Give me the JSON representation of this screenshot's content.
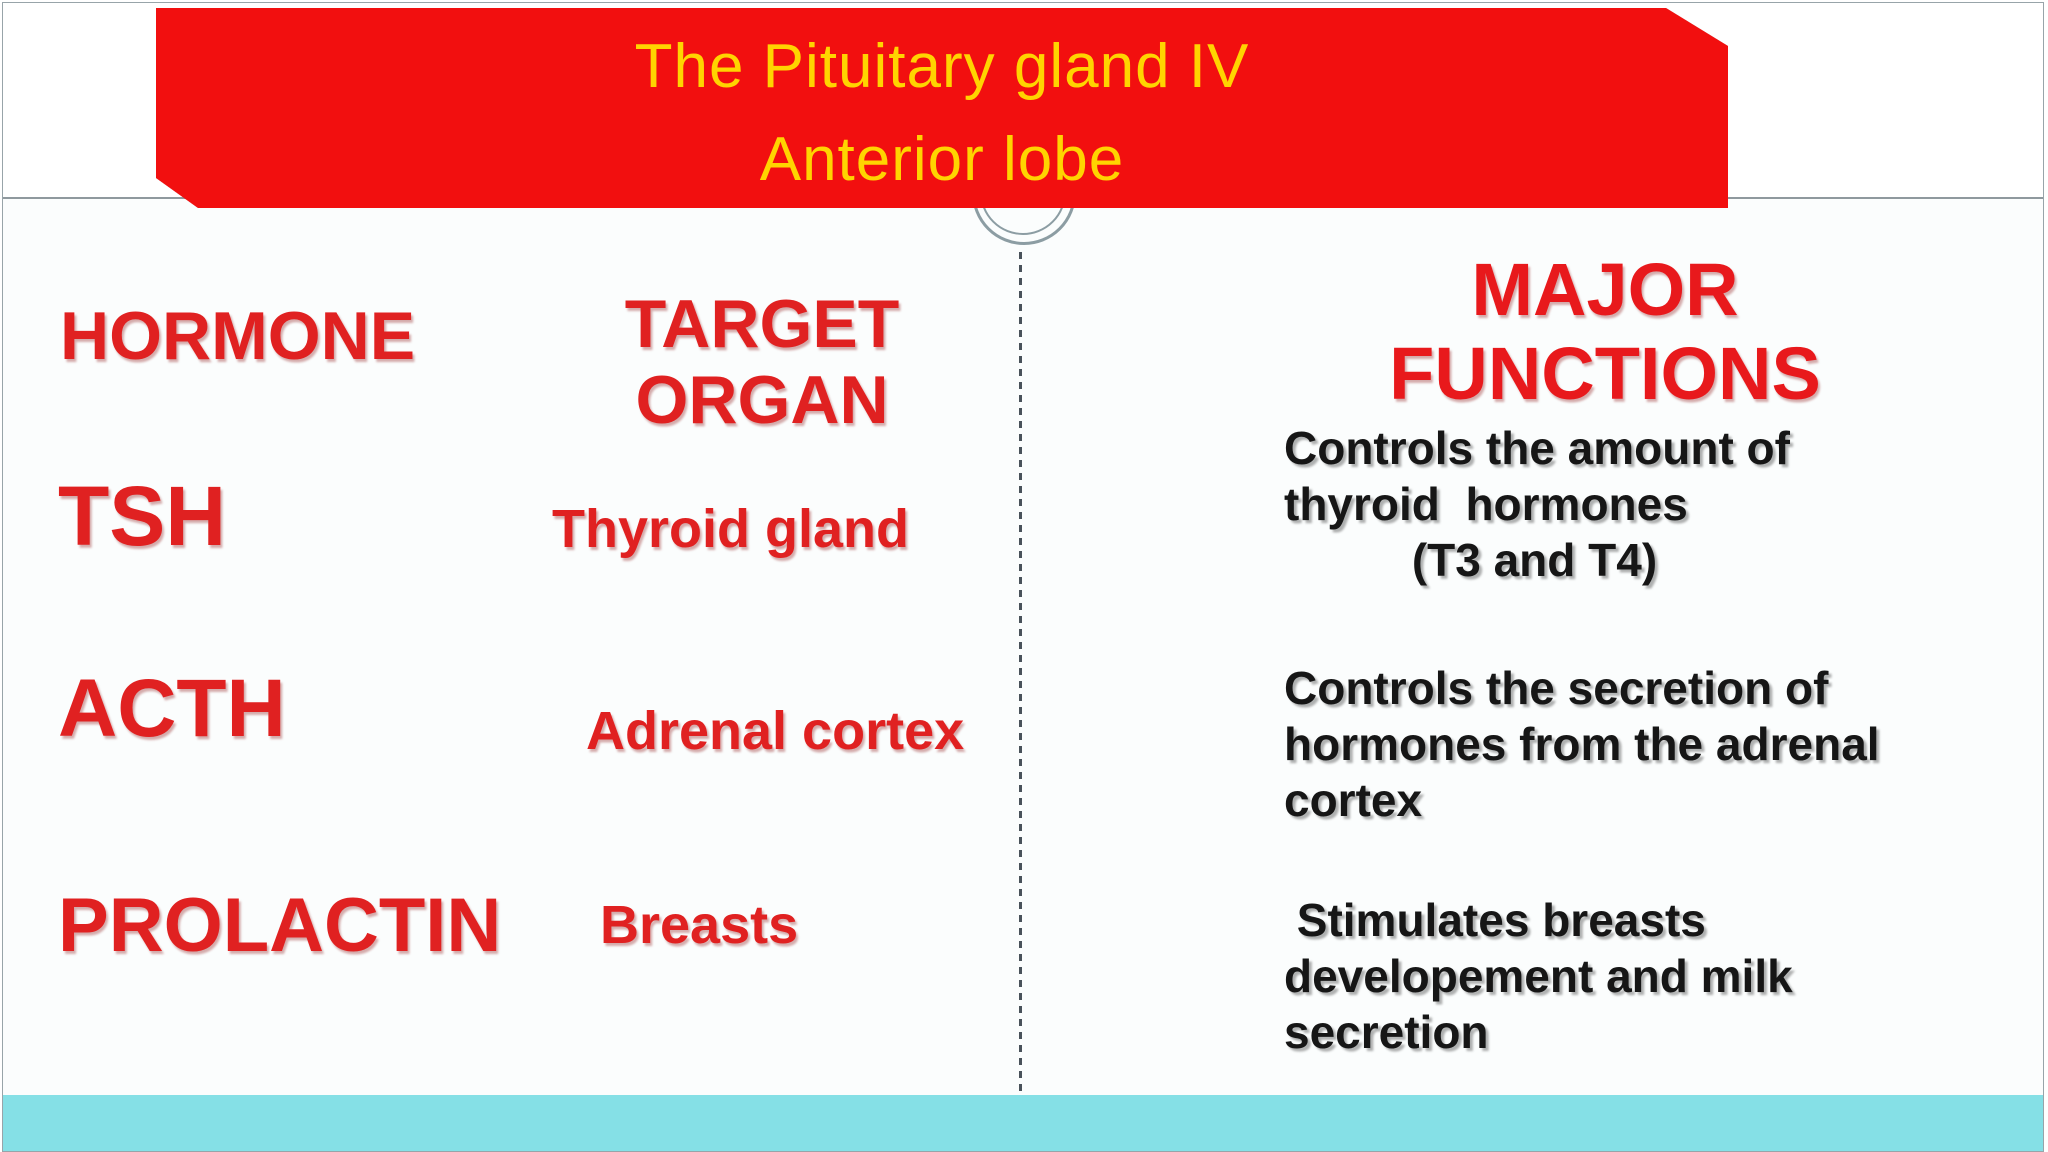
{
  "slide_title": {
    "line1": "The Pituitary gland IV",
    "line2": "Anterior lobe",
    "full": "The Pituitary gland IV\nAnterior lobe"
  },
  "table": {
    "headers": {
      "hormone": "HORMONE",
      "target_organ": "TARGET\nORGAN",
      "major_functions": "MAJOR\nFUNCTIONS"
    },
    "rows": [
      {
        "hormone": "TSH",
        "target_organ": "Thyroid gland",
        "major_function": "Controls the amount of\nthyroid  hormones\n          (T3 and T4)"
      },
      {
        "hormone": "ACTH",
        "target_organ": "Adrenal cortex",
        "major_function": "Controls the secretion of\nhormones from the adrenal\ncortex"
      },
      {
        "hormone": "PROLACTIN",
        "target_organ": "Breasts",
        "major_function": " Stimulates breasts\ndevelopement and milk\nsecretion"
      }
    ]
  },
  "colors": {
    "banner_red": "#f20f0f",
    "banner_fold_dark_red": "#a60a0a",
    "title_yellow": "#ffd400",
    "table_text_red": "#e02121",
    "functions_header_red": "#e8191c",
    "body_text_black": "#161616",
    "bottom_bar_teal": "#85e0e6",
    "divider_dash_gray": "#49525a",
    "frame_border_gray": "#98a4a9"
  }
}
